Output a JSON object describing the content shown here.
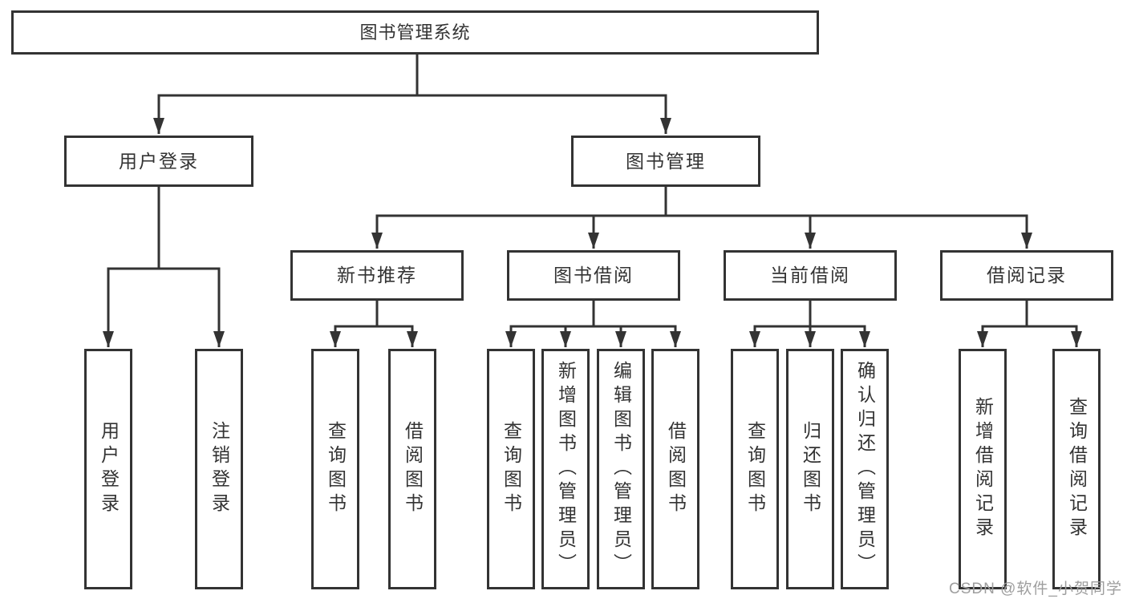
{
  "tree": {
    "root": {
      "label": "图书管理系统"
    },
    "branches": [
      {
        "label": "用户登录",
        "children": [
          "用户登录",
          "注销登录"
        ]
      },
      {
        "label": "图书管理",
        "children": [
          {
            "label": "新书推荐",
            "children": [
              "查询图书",
              "借阅图书"
            ]
          },
          {
            "label": "图书借阅",
            "children": [
              "查询图书",
              "新增图书（管理员）",
              "编辑图书（管理员）",
              "借阅图书"
            ]
          },
          {
            "label": "当前借阅",
            "children": [
              "查询图书",
              "归还图书",
              "确认归还（管理员）"
            ]
          },
          {
            "label": "借阅记录",
            "children": [
              "新增借阅记录",
              "查询借阅记录"
            ]
          }
        ]
      }
    ]
  },
  "watermark": {
    "text": "CSDN @软件_小贺同学"
  },
  "colors": {
    "line": "#333333",
    "box_border": "#333333",
    "text": "#333333",
    "watermark": "#9e9e9e",
    "background": "#ffffff"
  }
}
